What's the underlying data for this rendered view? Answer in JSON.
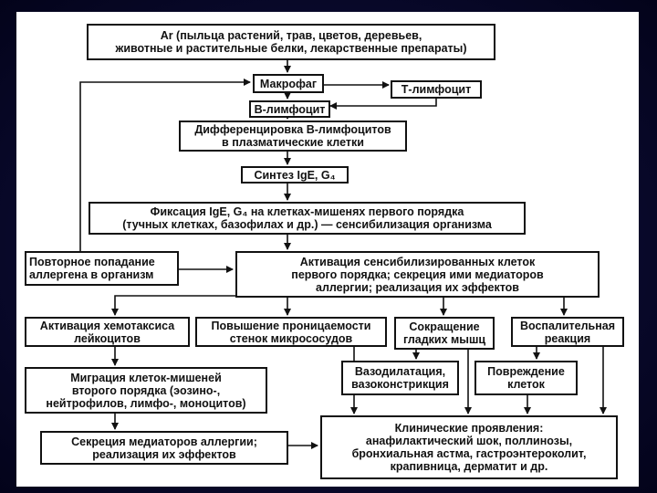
{
  "diagram": {
    "boxes": {
      "antigen": "Ar (пыльца растений, трав, цветов, деревьев,\nживотные и растительные белки, лекарственные препараты)",
      "macrophage": "Макрофаг",
      "t_lymphocyte": "Т-лимфоцит",
      "b_lymphocyte": "В-лимфоцит",
      "differentiation": "Дифференцировка В-лимфоцитов\nв плазматические клетки",
      "synthesis": "Синтез IgE, G₄",
      "fixation": "Фиксация IgE, G₄ на клетках-мишенях первого порядка\n(тучных клетках, базофилах и др.) — сенсибилизация организма",
      "repeated_entry": "Повторное попадание\nаллергена в организм",
      "activation_first_order": "Активация сенсибилизированных клеток\nпервого порядка; секреция ими медиаторов\nаллергии; реализация их эффектов",
      "chemotaxis": "Активация хемотаксиса\nлейкоцитов",
      "permeability": "Повышение проницаемости\nстенок микрососудов",
      "smooth_muscle": "Сокращение\nгладких мышц",
      "inflammatory": "Воспалительная\nреакция",
      "vasodilation": "Вазодилатация,\nвазоконстрикция",
      "cell_damage": "Повреждение\nклеток",
      "migration": "Миграция клеток-мишеней\nвторого порядка (эозино-,\nнейтрофилов, лимфо-, моноцитов)",
      "secretion_second": "Секреция медиаторов аллергии;\nреализация их эффектов",
      "clinical": "Клинические проявления:\nанафилактический шок, поллинозы,\nбронхиальная астма, гастроэнтероколит,\nкрапивница, дерматит и др."
    }
  }
}
